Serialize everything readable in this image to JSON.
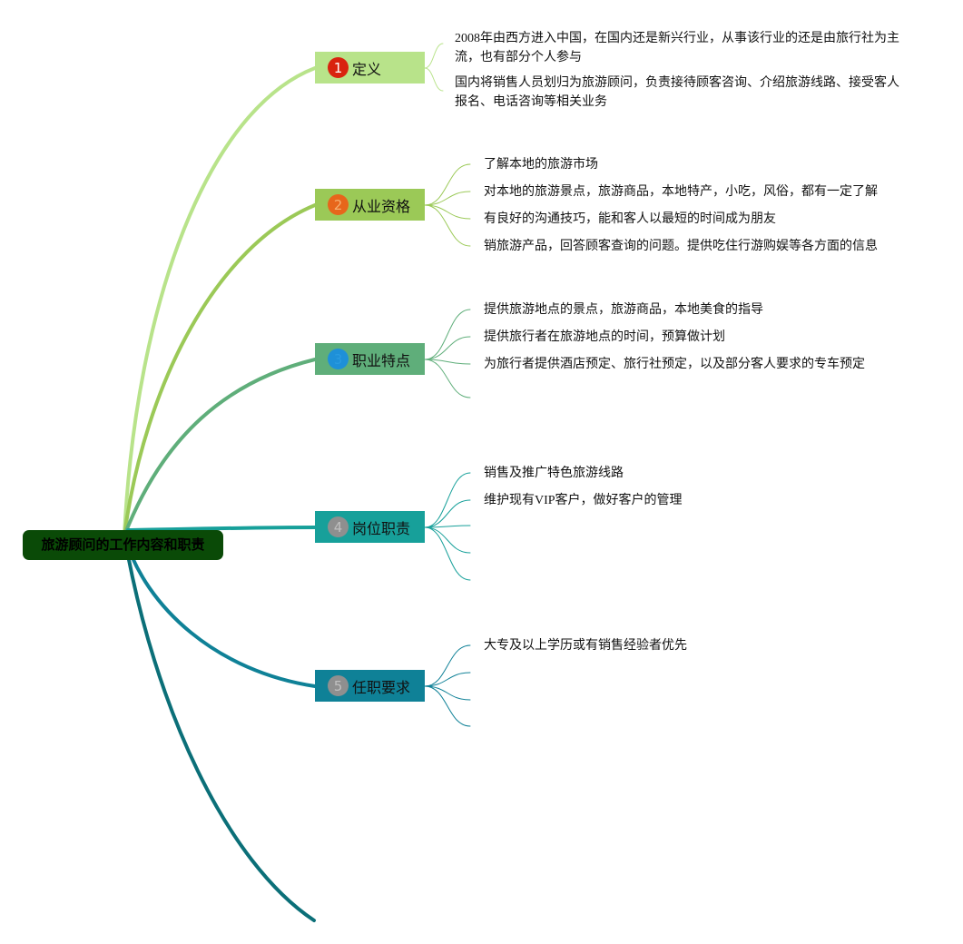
{
  "root": {
    "label": "旅游顾问的工作内容和职责"
  },
  "branches": [
    {
      "number": "1",
      "label": "定义",
      "color": "#b8e38a",
      "badge_color": "#d9230f",
      "badge_text_color": "#ffffff",
      "leaves": [
        "2008年由西方进入中国，在国内还是新兴行业，从事该行业的还是由旅行社为主流，也有部分个人参与",
        "国内将销售人员划归为旅游顾问，负责接待顾客咨询、介绍旅游线路、接受客人报名、电话咨询等相关业务"
      ]
    },
    {
      "number": "2",
      "label": "从业资格",
      "color": "#9bc957",
      "badge_color": "#e7661b",
      "badge_text_color": "#f5b070",
      "leaves": [
        "了解本地的旅游市场",
        "对本地的旅游景点，旅游商品，本地特产，小吃，风俗，都有一定了解",
        "有良好的沟通技巧，能和客人以最短的时间成为朋友",
        "销旅游产品，回答顾客查询的问题。提供吃住行游购娱等各方面的信息"
      ]
    },
    {
      "number": "3",
      "label": "职业特点",
      "color": "#5fae7a",
      "badge_color": "#1e90d8",
      "badge_text_color": "#2a9be0",
      "leaves": [
        "提供旅游地点的景点，旅游商品，本地美食的指导",
        "提供旅行者在旅游地点的时间，预算做计划",
        "为旅行者提供酒店预定、旅行社预定，以及部分客人要求的专车预定",
        ""
      ]
    },
    {
      "number": "4",
      "label": "岗位职责",
      "color": "#17a09a",
      "badge_color": "#8f8f8f",
      "badge_text_color": "#c0c0c0",
      "leaves": [
        "销售及推广特色旅游线路",
        "维护现有VIP客户，做好客户的管理",
        "",
        "",
        ""
      ]
    },
    {
      "number": "5",
      "label": "任职要求",
      "color": "#0f8197",
      "badge_color": "#8f8f8f",
      "badge_text_color": "#c0c0c0",
      "leaves": [
        "大专及以上学历或有销售经验者优先",
        "",
        "",
        ""
      ]
    }
  ]
}
